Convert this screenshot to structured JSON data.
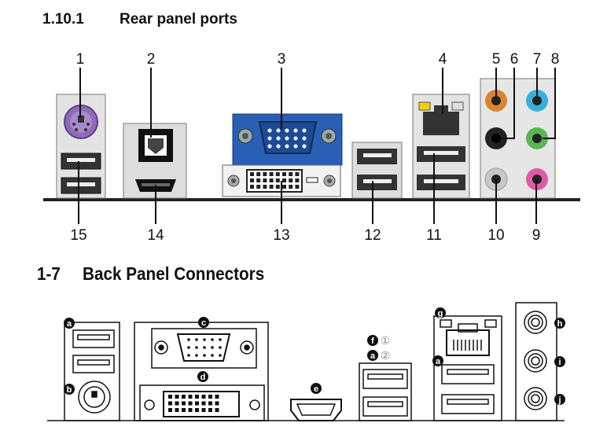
{
  "top": {
    "section_number": "1.10.1",
    "section_title": "Rear panel ports",
    "callouts_top": [
      "1",
      "2",
      "3",
      "4",
      "5",
      "6",
      "7",
      "8"
    ],
    "callouts_bottom": [
      "15",
      "14",
      "13",
      "12",
      "11",
      "10",
      "9"
    ]
  },
  "bottom": {
    "section_number": "1-7",
    "section_title": "Back Panel Connectors",
    "badges": {
      "a1": "a",
      "b": "b",
      "c": "c",
      "d": "d",
      "e": "e",
      "f": "f",
      "f_num": "①",
      "a2": "a",
      "a2_num": "②",
      "g": "g",
      "a3": "a",
      "h": "h",
      "i": "i",
      "j": "j"
    }
  },
  "colors": {
    "ps2_purple": "#8e6bb6",
    "vga_blue": "#2a5fb5",
    "audio_orange": "#d8862e",
    "audio_blue": "#3aaedb",
    "audio_green": "#5ab552",
    "audio_pink": "#e05aa5",
    "audio_black": "#222222",
    "audio_gray": "#c8c8c8"
  }
}
